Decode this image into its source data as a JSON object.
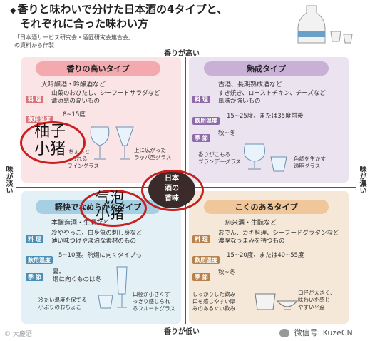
{
  "header": {
    "title_line1": "香りと味わいで分けた日本酒の4タイプと、",
    "title_line2": "それぞれに合った味わい方",
    "source_line1": "「日本酒サービス研究会・酒匠研究会連合会」",
    "source_line2": "の資料から作製"
  },
  "axes": {
    "top": "香りが高い",
    "bottom": "香りが低い",
    "left": "味が淡い",
    "right": "味が濃い"
  },
  "quadrants": {
    "aromatic": {
      "title": "香りの高いタイプ",
      "subtitle": "大吟醸酒・吟醸酒など",
      "food_label": "料 理",
      "food_text1": "山菜のおひたし、シーフードサラダなど",
      "food_text2": "清涼感の高いもの",
      "temp_label": "飲用温度",
      "temp_text": "8~15度",
      "glass_left_caption1": "ちょっと",
      "glass_left_caption2": "られる",
      "glass_left_caption3": "ワイングラス",
      "glass_right_caption1": "上に広がった",
      "glass_right_caption2": "ラッパ型グラス"
    },
    "aged": {
      "title": "熟成タイプ",
      "subtitle": "古酒、長期熟成酒など",
      "food_label": "料 理",
      "food_text1": "すき焼き、ローストチキン、チーズなど",
      "food_text2": "風味が強いもの",
      "temp_label": "飲用温度",
      "temp_text": "15~25度、または35度前後",
      "season_label": "季 節",
      "season_text": "秋~冬",
      "glass_left_caption1": "香りがこもる",
      "glass_left_caption2": "ブランデーグラス",
      "glass_right_caption1": "色調を生かす",
      "glass_right_caption2": "透明グラス"
    },
    "light": {
      "title": "軽快でなめらかなタイプ",
      "subtitle": "本醸造酒・生酒など",
      "food_label": "料 理",
      "food_text1": "冷ややっこ、白身魚の刺し身など",
      "food_text2": "薄い味つけや淡泊な素材のもの",
      "temp_label": "飲用温度",
      "temp_text": "5~10度。熱燗に向くタイプも",
      "season_label": "季 節",
      "season_text1": "夏。",
      "season_text2": "燗に向くものは冬",
      "glass_left_caption1": "冷たい温度を保てる",
      "glass_left_caption2": "小ぶりのおちょこ",
      "glass_right_caption1": "口径が小さくす",
      "glass_right_caption2": "っきり感じられ",
      "glass_right_caption3": "るフルートグラス"
    },
    "rich": {
      "title": "こくのあるタイプ",
      "subtitle": "純米酒・生酛など",
      "food_label": "料 理",
      "food_text1": "おでん、カキ料理、シーフードグラタンなど",
      "food_text2": "濃厚なうまみを持つもの",
      "temp_label": "飲用温度",
      "temp_text": "15~20度、または40~55度",
      "season_label": "季 節",
      "season_text": "秋~冬",
      "glass_left_caption1": "しっかりした飲み",
      "glass_left_caption2": "口を感じやすい厚",
      "glass_left_caption3": "みのあるぐい飲み",
      "glass_right_caption1": "口径が大きく、",
      "glass_right_caption2": "味わいを感じ",
      "glass_right_caption3": "やすい平盃"
    }
  },
  "seal": {
    "line1": "日本",
    "line2": "酒の",
    "line3": "香味"
  },
  "handwritten": {
    "top_line1": "柚子",
    "top_line2": "小猪",
    "mid_line1": "气泡",
    "mid_line2": "小猪"
  },
  "watermarks": {
    "left": "© 大慶酒",
    "right": "微信号: KuzeCN"
  },
  "colors": {
    "aromatic": "#fbe4e6",
    "aged": "#ece3f0",
    "light": "#e3f0f6",
    "rich": "#f6e8d8",
    "ellipse": "#c8201e"
  }
}
